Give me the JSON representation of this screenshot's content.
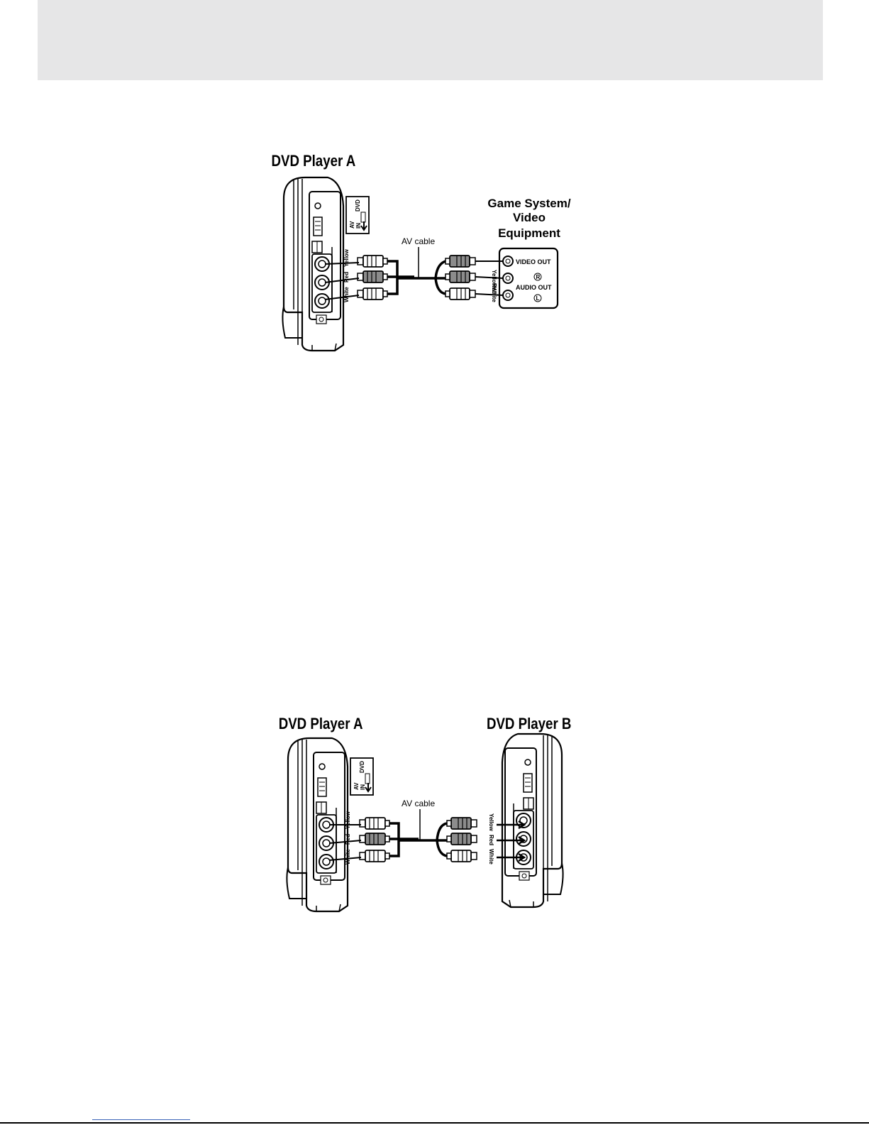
{
  "diagram_top": {
    "player_title": "DVD Player A",
    "game_title_lines": [
      "Game System/",
      "Video",
      "Equipment"
    ],
    "cable_label": "AV cable",
    "switch_labels": {
      "dvd": "DVD",
      "av": "AV",
      "in": "IN"
    },
    "jack_labels": {
      "yellow": "Yellow",
      "red": "Red",
      "white": "White"
    },
    "equipment": {
      "video_out": "VIDEO OUT",
      "audio_out": "AUDIO OUT",
      "r": "R",
      "l": "L"
    }
  },
  "diagram_bottom": {
    "player_a_title": "DVD Player A",
    "player_b_title": "DVD Player B",
    "cable_label": "AV cable",
    "switch_labels": {
      "dvd": "DVD",
      "av": "AV",
      "in": "IN"
    },
    "jack_labels": {
      "yellow": "Yellow",
      "red": "Red",
      "white": "White"
    }
  },
  "colors": {
    "header_band": "#e6e6e7",
    "line": "#000000",
    "plug_gray": "#8c8c8c"
  }
}
